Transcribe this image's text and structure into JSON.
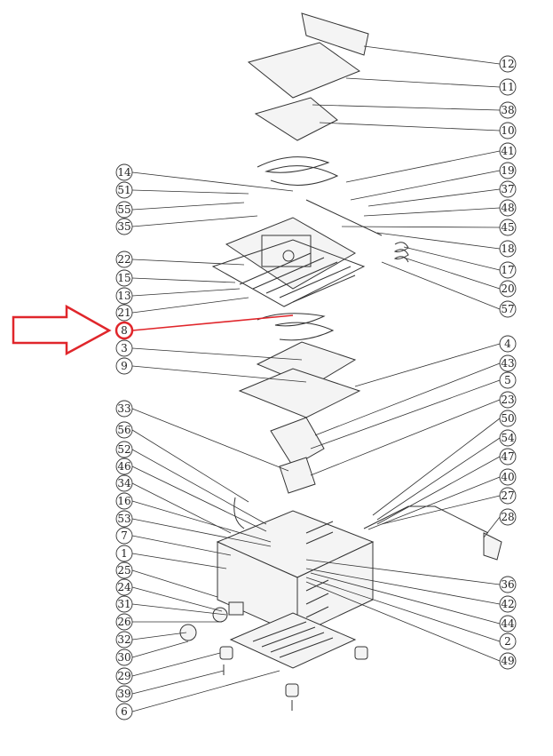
{
  "diagram": {
    "highlight_color": "#e0262b",
    "highlighted_label": "8",
    "left_labels": [
      "14",
      "51",
      "55",
      "35",
      "22",
      "15",
      "13",
      "21",
      "8",
      "3",
      "9",
      "33",
      "56",
      "52",
      "46",
      "34",
      "16",
      "53",
      "7",
      "1",
      "25",
      "24",
      "31",
      "26",
      "32",
      "30",
      "29",
      "39",
      "6"
    ],
    "right_labels": [
      "12",
      "11",
      "38",
      "10",
      "41",
      "19",
      "37",
      "48",
      "45",
      "18",
      "17",
      "20",
      "57",
      "4",
      "43",
      "5",
      "23",
      "50",
      "54",
      "47",
      "40",
      "27",
      "28",
      "36",
      "42",
      "44",
      "2",
      "49"
    ]
  }
}
